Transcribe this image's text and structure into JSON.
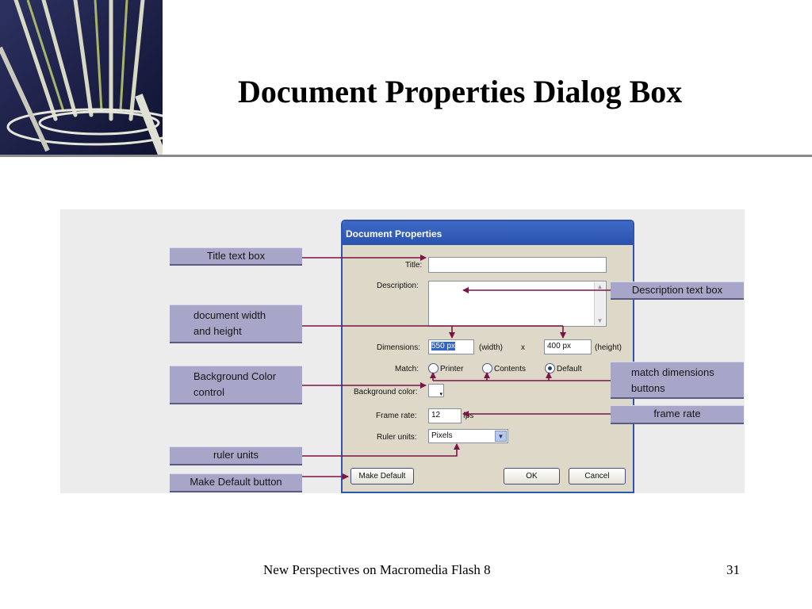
{
  "slide": {
    "title": "Document Properties Dialog Box",
    "footer": "New Perspectives on Macromedia Flash 8",
    "page_number": "31"
  },
  "dialog": {
    "title": "Document Properties",
    "title_label": "Title:",
    "title_value": "",
    "description_label": "Description:",
    "description_value": "",
    "dimensions_label": "Dimensions:",
    "width_value": "550 px",
    "width_label": "(width)",
    "times": "x",
    "height_value": "400 px",
    "height_label": "(height)",
    "match_label": "Match:",
    "match_options": [
      "Printer",
      "Contents",
      "Default"
    ],
    "match_selected": "Default",
    "background_label": "Background color:",
    "background_color": "#ffffff",
    "frame_rate_label": "Frame rate:",
    "frame_rate_value": "12",
    "frame_rate_unit": "fps",
    "ruler_label": "Ruler units:",
    "ruler_value": "Pixels",
    "make_default": "Make Default",
    "ok": "OK",
    "cancel": "Cancel"
  },
  "callouts": {
    "title_text_box": "Title text box",
    "doc_width_line1": "document width",
    "doc_width_line2": "and height",
    "bg_color_line1": "Background Color",
    "bg_color_line2": "control",
    "ruler_units": "ruler units",
    "make_default_button": "Make Default button",
    "description_text_box": "Description text box",
    "match_line1": "match dimensions",
    "match_line2": "buttons",
    "frame_rate": "frame rate"
  },
  "colors": {
    "callout_fill": "#a7a6c9",
    "arrow": "#7a1545",
    "dialog_titlebar": "#3160c0",
    "dialog_body": "#ddd8c8"
  }
}
